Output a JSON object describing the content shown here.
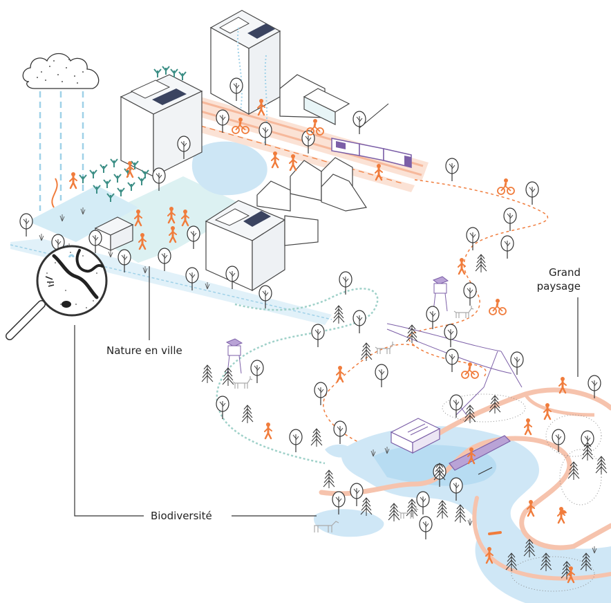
{
  "labels": {
    "nature_en_ville": "Nature en ville",
    "biodiversite": "Biodiversité",
    "grand_paysage_line1": "Grand",
    "grand_paysage_line2": "paysage"
  },
  "colors": {
    "orange": "#f07c3c",
    "path_salmon": "#f6c3ad",
    "water": "#cfe7f6",
    "water_dark": "#a9d3ef",
    "purple": "#7b5ea7",
    "green_plants": "#3d8f86",
    "line": "#333333",
    "teal_dashes": "#9fd1c9"
  },
  "icons": [
    "rain-cloud-icon",
    "magnifier-icon",
    "tram-icon",
    "watchtower-icon",
    "bridge-icon",
    "person-icon",
    "cyclist-icon",
    "tree-icon",
    "fir-tree-icon",
    "deer-icon",
    "cow-icon"
  ]
}
